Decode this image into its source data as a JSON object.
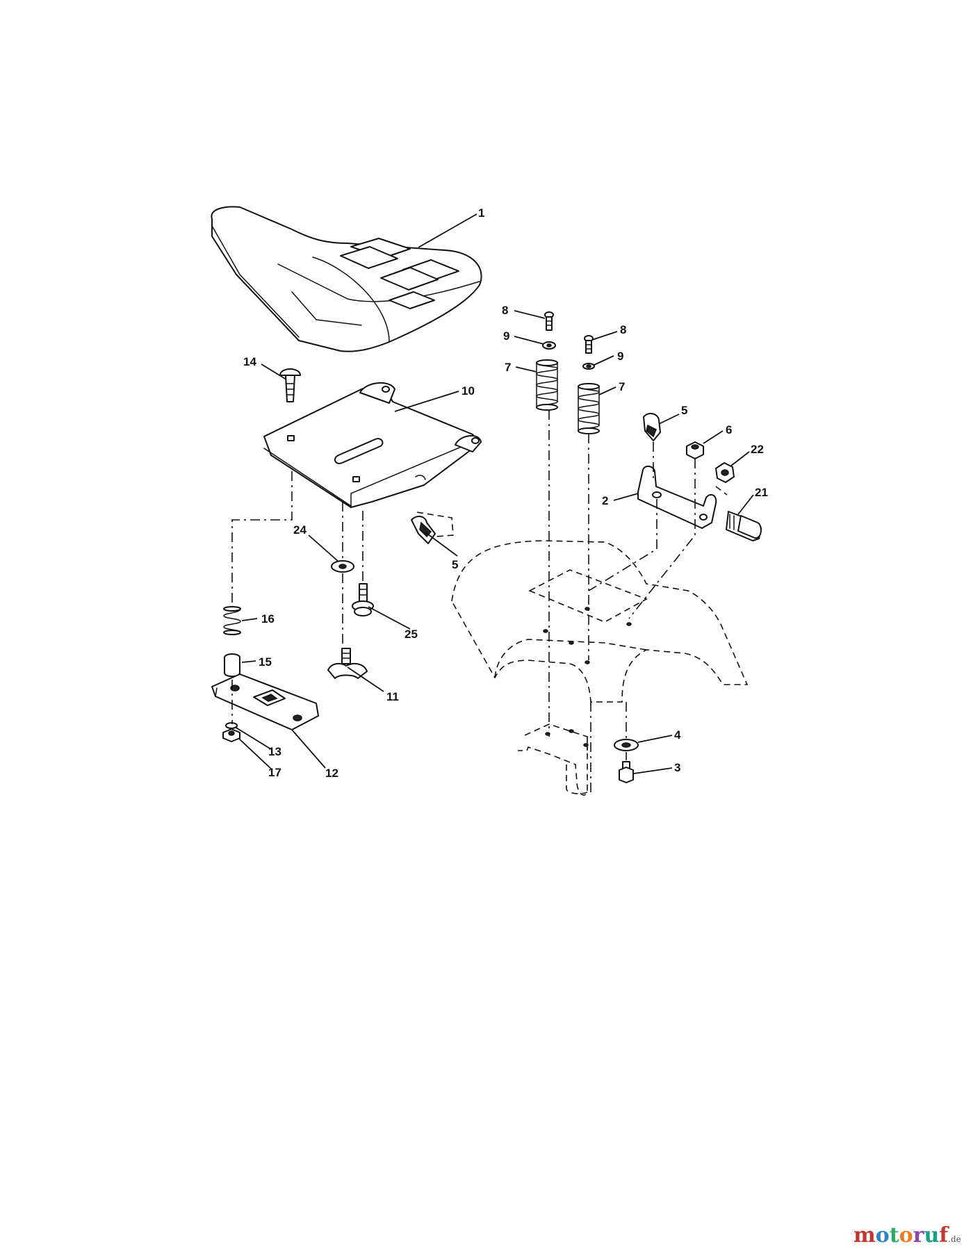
{
  "diagram": {
    "callouts": {
      "c1": "1",
      "c2": "2",
      "c3": "3",
      "c4": "4",
      "c5a": "5",
      "c5b": "5",
      "c6": "6",
      "c7a": "7",
      "c7b": "7",
      "c8a": "8",
      "c8b": "8",
      "c9a": "9",
      "c9b": "9",
      "c10": "10",
      "c11": "11",
      "c12": "12",
      "c13": "13",
      "c14": "14",
      "c15": "15",
      "c16": "16",
      "c17": "17",
      "c21": "21",
      "c22": "22",
      "c24": "24",
      "c25": "25"
    }
  },
  "watermark": {
    "letters": [
      "m",
      "o",
      "t",
      "o",
      "r",
      "u",
      "f"
    ],
    "letter_colors": [
      "#c0392b",
      "#2e86c1",
      "#27ae60",
      "#e67e22",
      "#8e44ad",
      "#16a085",
      "#c0392b"
    ],
    "tld": ".de",
    "tld_color": "#555555"
  }
}
